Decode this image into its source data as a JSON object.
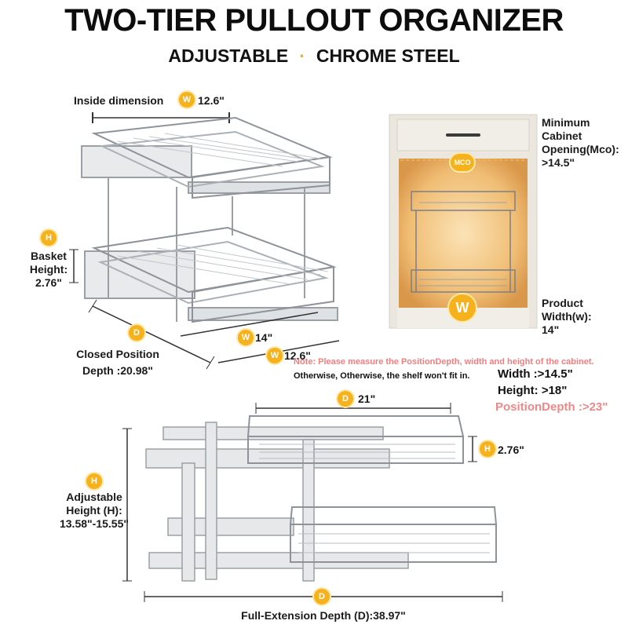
{
  "header": {
    "title": "TWO-TIER PULLOUT ORGANIZER",
    "subtitle_left": "ADJUSTABLE",
    "subtitle_dot": "·",
    "subtitle_right": "CHROME STEEL"
  },
  "top_left": {
    "inside_dimension_label": "Inside dimension",
    "inside_dimension_value": "12.6\"",
    "basket_height_label_1": "Basket",
    "basket_height_label_2": "Height:",
    "basket_height_value": "2.76\"",
    "closed_depth_label_1": "Closed Position",
    "closed_depth_label_2": "Depth :20.98\"",
    "width_14": "14\"",
    "width_126": "12.6\""
  },
  "cabinet": {
    "mco_label_1": "Minimum",
    "mco_label_2": "Cabinet",
    "mco_label_3": "Opening(Mco):",
    "mco_value": ">14.5\"",
    "mco_badge": "MCO",
    "product_width_1": "Product",
    "product_width_2": "Width(w):",
    "product_width_value": "14\""
  },
  "note": {
    "line1": "Note: Please measure the PositionDepth, width and height of the cabinet.",
    "line2": "Otherwise, Otherwise, the shelf won't fit in.",
    "width_req": "Width :>14.5\"",
    "height_req": "Height: >18\"",
    "depth_req": "PositionDepth :>23\""
  },
  "bottom": {
    "depth_top_value": "21\"",
    "basket_h_value": "2.76\"",
    "adj_label_1": "Adjustable",
    "adj_label_2": "Height (H):",
    "adj_label_3": "13.58\"-15.55\"",
    "full_extension": "Full-Extension Depth (D):38.97\""
  },
  "badges": {
    "w": "W",
    "h": "H",
    "d": "D"
  },
  "colors": {
    "accent": "#f5b21c",
    "chrome": "#b9bcc0",
    "note_red": "#f08080",
    "cabinet": "#ece8df",
    "glow": "#f3c27a"
  }
}
